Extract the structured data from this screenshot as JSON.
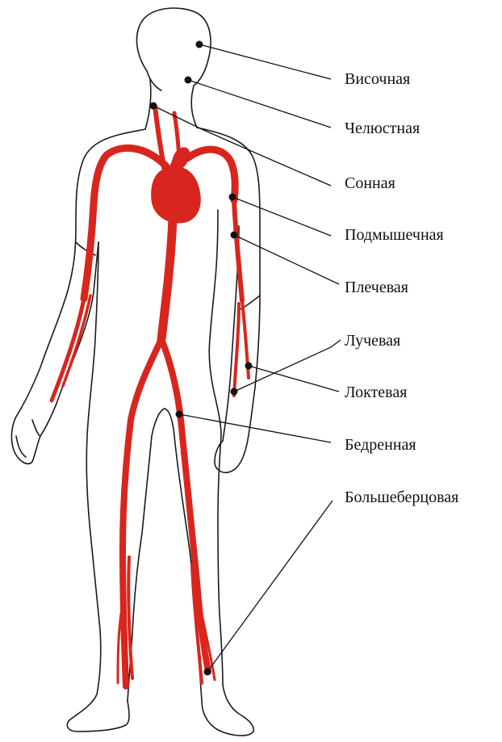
{
  "colors": {
    "vessel": "#d8261e",
    "outline": "#1a1a1a",
    "label": "#111111",
    "background": "#ffffff"
  },
  "labels": [
    {
      "id": "temporal",
      "text": "Височная"
    },
    {
      "id": "jaw",
      "text": "Челюстная"
    },
    {
      "id": "carotid",
      "text": "Сонная"
    },
    {
      "id": "axillary",
      "text": "Подмышечная"
    },
    {
      "id": "brachial",
      "text": "Плечевая"
    },
    {
      "id": "radial",
      "text": "Лучевая"
    },
    {
      "id": "ulnar",
      "text": "Локтевая"
    },
    {
      "id": "femoral",
      "text": "Бедренная"
    },
    {
      "id": "tibial",
      "text": "Большеберцовая"
    }
  ]
}
